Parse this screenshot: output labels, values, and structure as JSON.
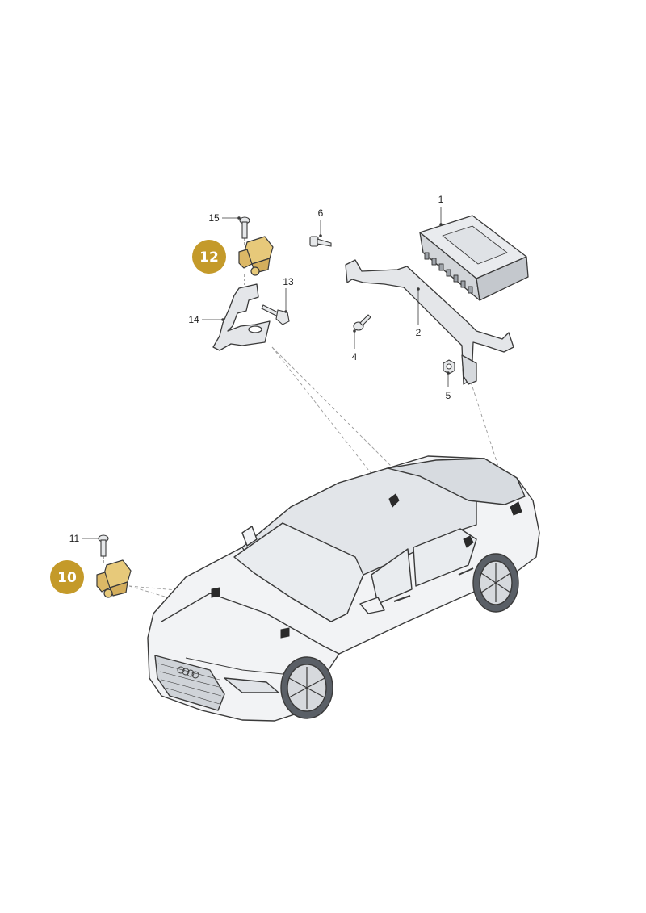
{
  "colors": {
    "badge": "#c49a2a",
    "highlight_part": "#e7c97a",
    "line": "#3a3a3a",
    "leader_dashed": "#9a9a9a"
  },
  "callouts": {
    "p1": "1",
    "p2": "2",
    "p4": "4",
    "p5": "5",
    "p6": "6",
    "p11": "11",
    "p13": "13",
    "p14": "14",
    "p15": "15"
  },
  "badges": {
    "b10": "10",
    "b12": "12"
  },
  "icons": {
    "control_unit": "airbag-control-unit-icon",
    "sensor": "crash-sensor-icon",
    "bolt": "bolt-icon",
    "nut": "nut-icon",
    "bracket": "bracket-icon",
    "vehicle": "car-illustration"
  }
}
